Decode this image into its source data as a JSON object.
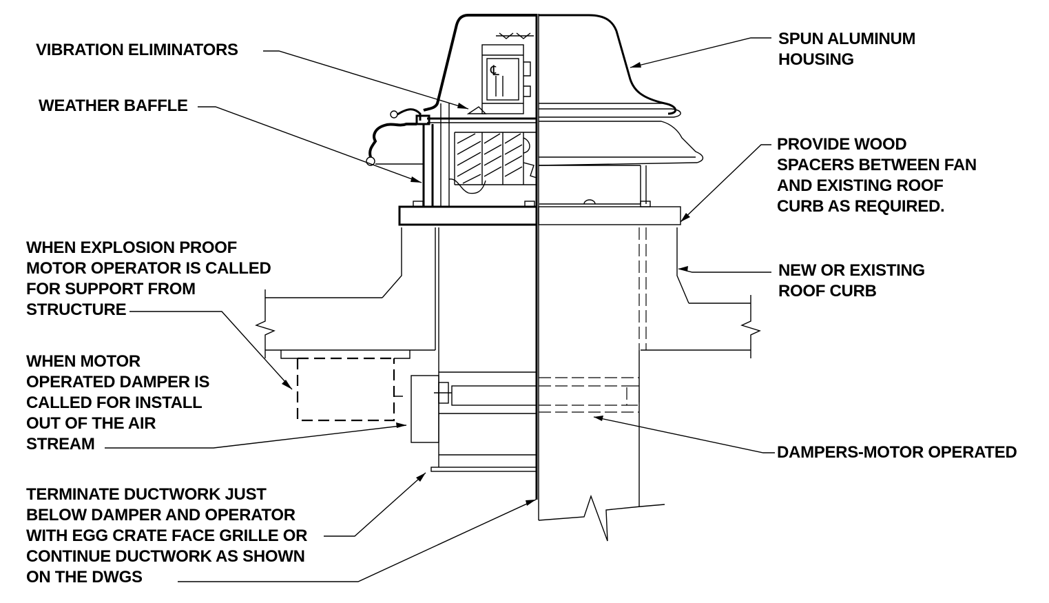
{
  "labels": {
    "vibration_eliminators": [
      "VIBRATION ELIMINATORS"
    ],
    "weather_baffle": [
      "WEATHER BAFFLE"
    ],
    "spun_aluminum_housing": [
      "SPUN ALUMINUM",
      "HOUSING"
    ],
    "wood_spacers": [
      "PROVIDE WOOD",
      "SPACERS BETWEEN FAN",
      "AND EXISTING ROOF",
      "CURB AS REQUIRED."
    ],
    "explosion_proof": [
      "WHEN EXPLOSION PROOF",
      "MOTOR OPERATOR IS CALLED",
      "FOR SUPPORT FROM",
      "STRUCTURE"
    ],
    "roof_curb": [
      "NEW OR EXISTING",
      "ROOF CURB"
    ],
    "motor_damper": [
      "WHEN MOTOR",
      "OPERATED DAMPER IS",
      "CALLED FOR INSTALL",
      "OUT OF THE AIR",
      "STREAM"
    ],
    "dampers_motor_operated": [
      "DAMPERS-MOTOR OPERATED"
    ],
    "terminate_ductwork": [
      "TERMINATE DUCTWORK JUST",
      "BELOW DAMPER AND OPERATOR",
      "WITH EGG CRATE FACE GRILLE OR",
      "CONTINUE DUCTWORK AS SHOWN",
      "ON THE DWGS"
    ]
  },
  "symbols": {
    "motor_centerline": "℄"
  },
  "colors": {
    "line": "#000000",
    "background": "#ffffff"
  }
}
